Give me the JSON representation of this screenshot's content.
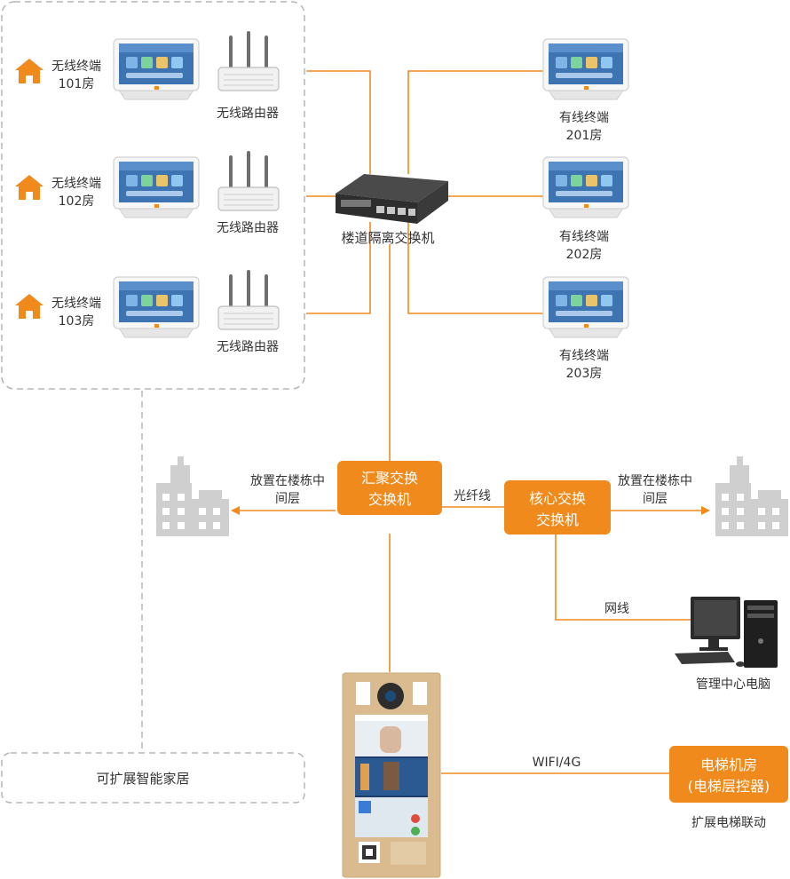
{
  "colors": {
    "accent": "#f08a1c",
    "dashed_border": "#b5b5b5",
    "building": "#cfcfcf",
    "text": "#333333"
  },
  "wireless_rooms": [
    {
      "terminal_label": "无线终端",
      "room": "101房",
      "router_label": "无线路由器"
    },
    {
      "terminal_label": "无线终端",
      "room": "102房",
      "router_label": "无线路由器"
    },
    {
      "terminal_label": "无线终端",
      "room": "103房",
      "router_label": "无线路由器"
    }
  ],
  "wired_rooms": [
    {
      "terminal_label": "有线终端",
      "room": "201房"
    },
    {
      "terminal_label": "有线终端",
      "room": "202房"
    },
    {
      "terminal_label": "有线终端",
      "room": "203房"
    }
  ],
  "floor_switch_label": "楼道隔离交换机",
  "aggregation_switch": {
    "line1": "汇聚交换",
    "line2": "交换机"
  },
  "core_switch": {
    "line1": "核心交换",
    "line2": "交换机"
  },
  "fiber_label": "光纤线",
  "left_building_note": {
    "line1": "放置在楼栋中",
    "line2": "间层"
  },
  "right_building_note": {
    "line1": "放置在楼栋中",
    "line2": "间层"
  },
  "network_cable_label": "网线",
  "mgmt_pc_label": "管理中心电脑",
  "smart_home_label": "可扩展智能家居",
  "wifi_4g_label": "WIFI/4G",
  "elevator_box": {
    "line1": "电梯机房",
    "line2": "(电梯层控器)"
  },
  "elevator_link_label": "扩展电梯联动",
  "icons": [
    "home-icon",
    "tablet-terminal-icon",
    "wireless-router-icon",
    "network-switch-icon",
    "building-icon",
    "desktop-computer-icon",
    "door-intercom-panel-icon"
  ]
}
